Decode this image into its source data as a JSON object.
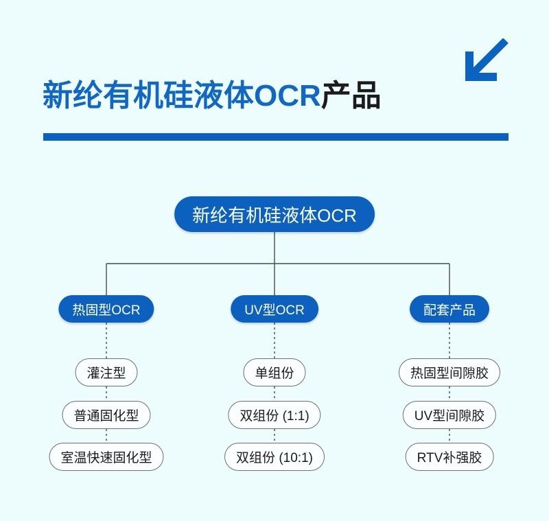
{
  "header": {
    "title_blue": "新纶有机硅液体OCR",
    "title_dark": "产品",
    "arrow_icon": "arrow-down-left-icon",
    "accent_color": "#0a5fc0",
    "title_blue_color": "#1168c4",
    "title_dark_color": "#1b1b1b",
    "background_color": "#edfcfd"
  },
  "diagram": {
    "type": "tree",
    "node_fill": "#0b61bd",
    "leaf_border": "#6f6f6f",
    "root": {
      "label": "新纶有机硅液体OCR"
    },
    "branches": [
      {
        "label": "热固型OCR",
        "leaves": [
          {
            "label": "灌注型"
          },
          {
            "label": "普通固化型"
          },
          {
            "label": "室温快速固化型"
          }
        ]
      },
      {
        "label": "UV型OCR",
        "leaves": [
          {
            "label": "单组份"
          },
          {
            "label": "双组份 (1:1)"
          },
          {
            "label": "双组份 (10:1)"
          }
        ]
      },
      {
        "label": "配套产品",
        "leaves": [
          {
            "label": "热固型间隙胶"
          },
          {
            "label": "UV型间隙胶"
          },
          {
            "label": "RTV补强胶"
          }
        ]
      }
    ]
  }
}
